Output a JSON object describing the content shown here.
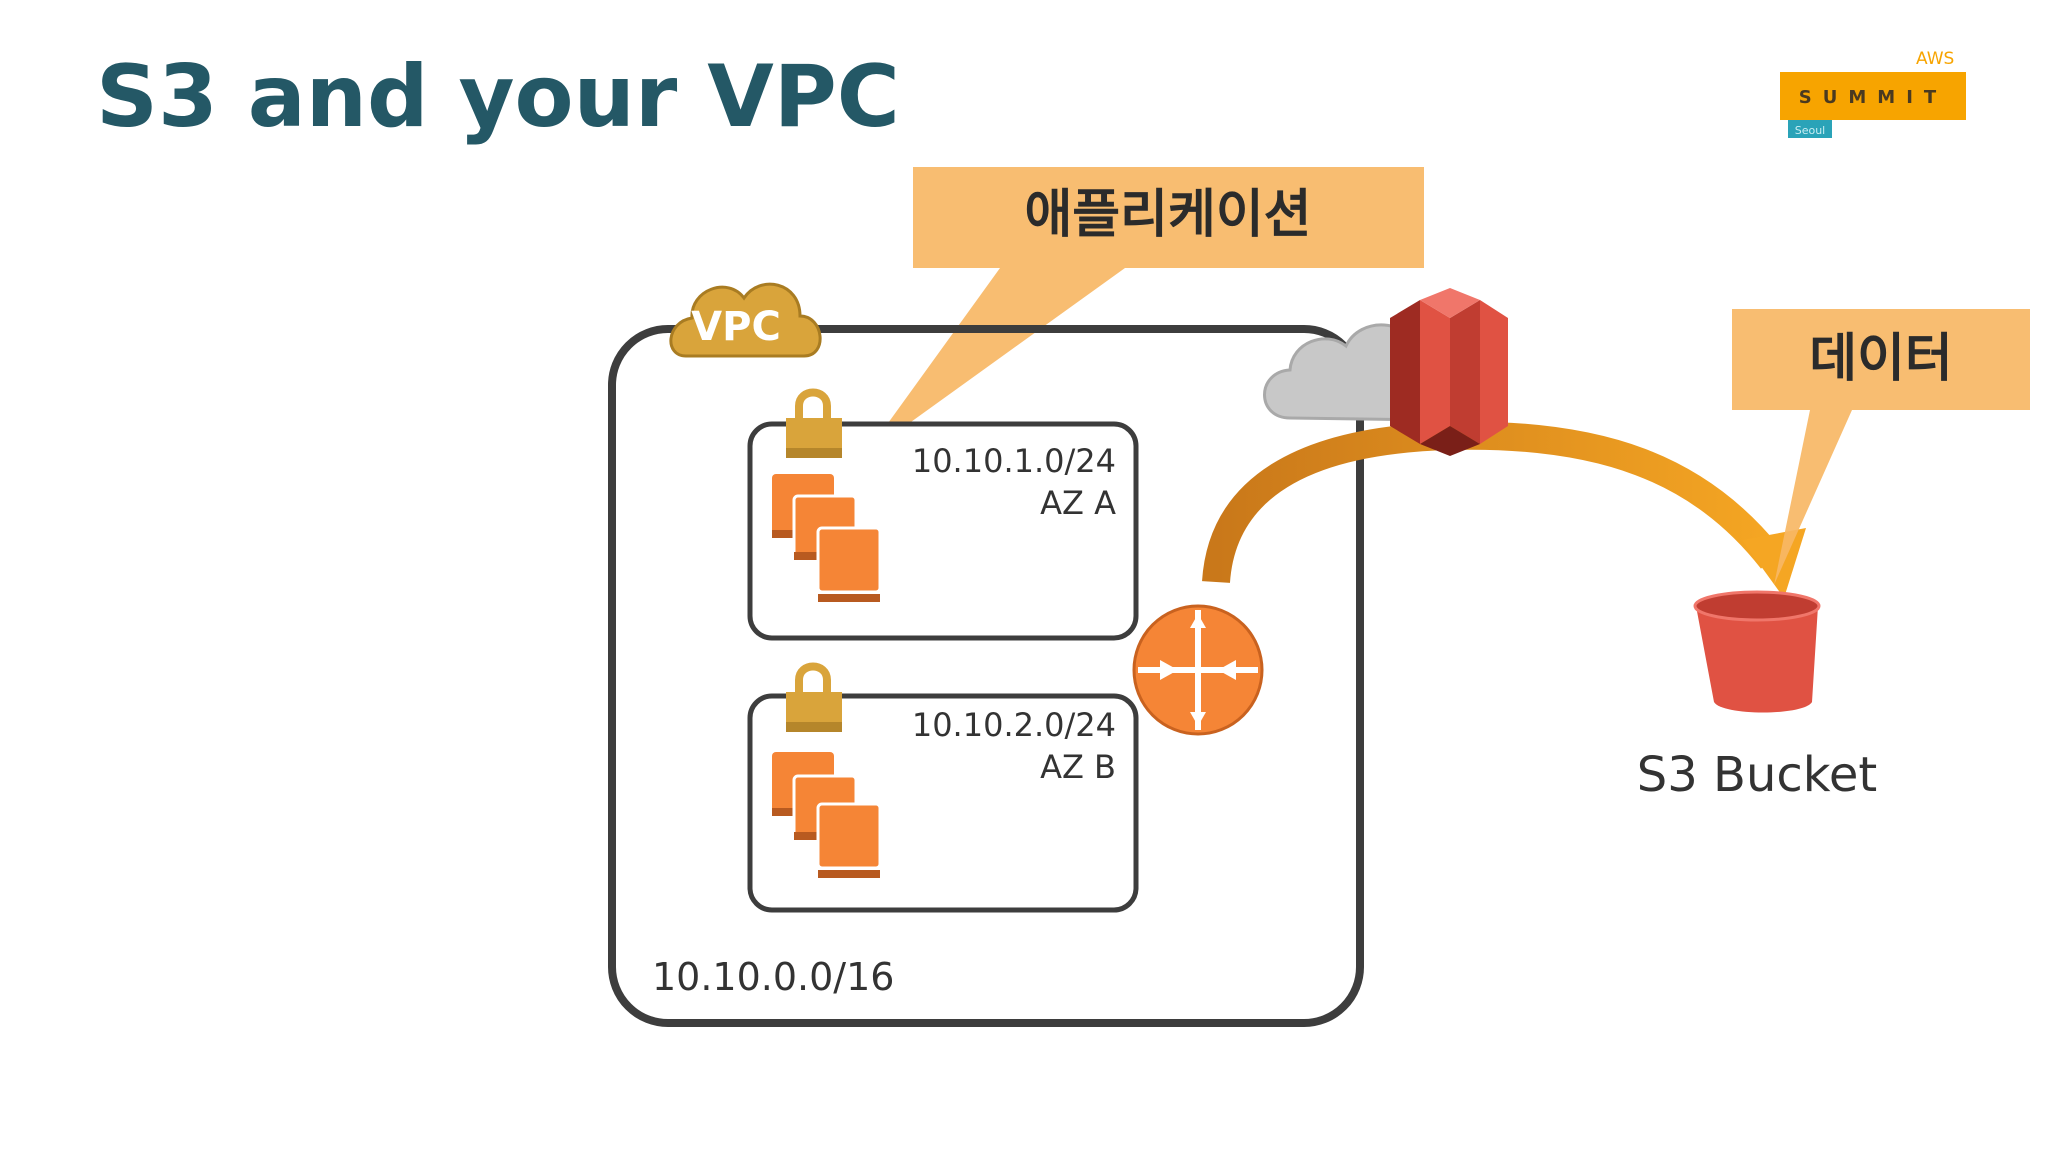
{
  "slide": {
    "title": "S3 and your VPC"
  },
  "logo": {
    "brand": "AWS",
    "name": "SUMMIT",
    "city": "Seoul"
  },
  "vpc": {
    "badge": "VPC",
    "cidr": "10.10.0.0/16"
  },
  "subnets": [
    {
      "cidr": "10.10.1.0/24",
      "az": "AZ A"
    },
    {
      "cidr": "10.10.2.0/24",
      "az": "AZ B"
    }
  ],
  "callouts": {
    "application": "애플리케이션",
    "data": "데이터"
  },
  "bucket": {
    "label": "S3 Bucket"
  },
  "colors": {
    "title": "#245866",
    "callout_fill": "#F7B765",
    "instance_orange": "#F58536",
    "lock_gold": "#D9A43B",
    "vpc_cloud": "#D9A43B",
    "router_orange": "#F58536",
    "s3_red": "#E05243",
    "bucket_red": "#E05243",
    "arrow_orange": "#F5A623",
    "vpc_border": "#3d3d3d",
    "logo_orange": "#F7A400"
  },
  "icons": [
    "vpc-cloud-icon",
    "lock-icon",
    "ec2-instances-icon",
    "router-icon",
    "cloud-icon",
    "s3-service-icon",
    "s3-bucket-icon"
  ]
}
